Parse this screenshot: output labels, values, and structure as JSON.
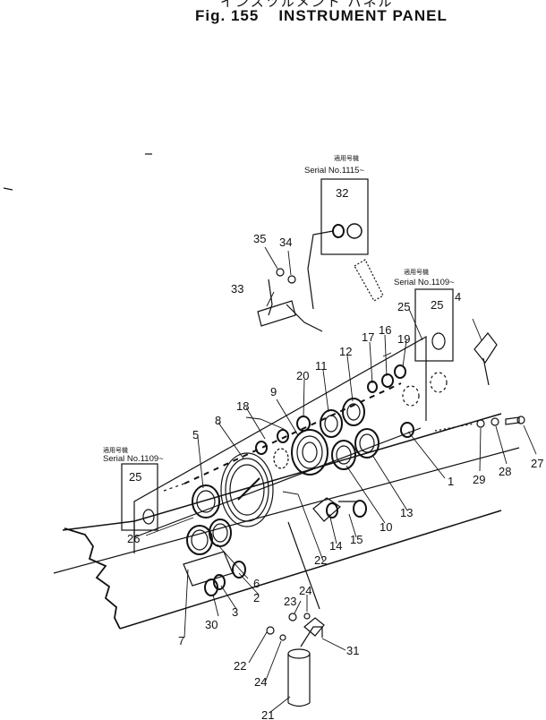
{
  "figure": {
    "title_jp": "インスツルメント パネル",
    "fig_no": "Fig. 155",
    "title": "INSTRUMENT PANEL"
  },
  "boxes": [
    {
      "label_jp": "適用号機",
      "serial": "Serial No.1115~",
      "part": "32"
    },
    {
      "label_jp": "適用号機",
      "serial": "Serial No.1109~",
      "part": "25"
    },
    {
      "label_jp": "適用号機",
      "serial": "Serial No.1109~",
      "part": "25"
    }
  ],
  "callouts": [
    "1",
    "2",
    "3",
    "4",
    "5",
    "6",
    "7",
    "8",
    "9",
    "10",
    "11",
    "12",
    "13",
    "14",
    "15",
    "16",
    "17",
    "18",
    "19",
    "20",
    "21",
    "22",
    "22",
    "23",
    "24",
    "24",
    "25",
    "26",
    "27",
    "28",
    "29",
    "30",
    "31",
    "33",
    "34",
    "35"
  ]
}
